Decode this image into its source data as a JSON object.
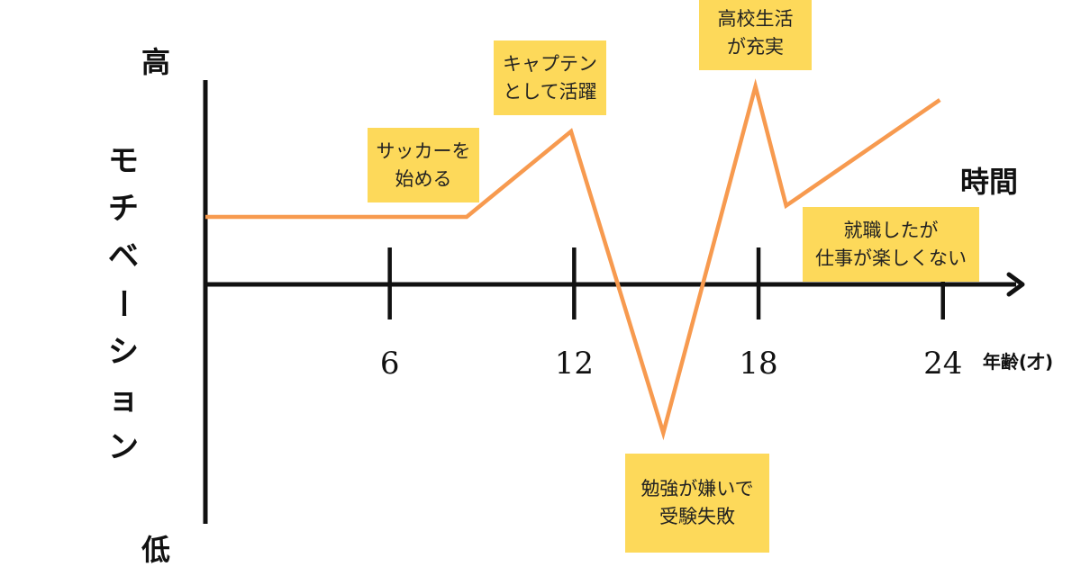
{
  "chart_data": {
    "type": "line",
    "xlabel": "時間",
    "xunit": "年齢(才)",
    "ylabel": "モチベーション",
    "y_high_label": "高",
    "y_low_label": "低",
    "xlim": [
      0,
      26.5
    ],
    "ylim": [
      -10.2,
      11.5
    ],
    "xticks": [
      6,
      12,
      18,
      24
    ],
    "grid": false,
    "line_color": "#f79a4f",
    "box_color": "#fdd95a",
    "series": [
      {
        "points": [
          [
            0,
            3
          ],
          [
            8.5,
            3
          ],
          [
            11.9,
            6.8
          ],
          [
            14.9,
            -6.6
          ],
          [
            17.9,
            8.8
          ],
          [
            18.9,
            3.5
          ],
          [
            23.9,
            8.2
          ]
        ]
      }
    ],
    "annotations": [
      {
        "lines": [
          "サッカーを",
          "始める"
        ],
        "x": 7.1,
        "y": 5.3
      },
      {
        "lines": [
          "キャプテン",
          "として活躍"
        ],
        "x": 11.2,
        "y": 9.2
      },
      {
        "lines": [
          "高校生活",
          "が充実"
        ],
        "x": 17.9,
        "y": 11.2
      },
      {
        "lines": [
          "就職したが",
          "仕事が楽しくない"
        ],
        "x": 22.3,
        "y": 1.8
      },
      {
        "lines": [
          "勉強が嫌いで",
          "受験失敗"
        ],
        "x": 16.0,
        "y": -9.7
      }
    ]
  }
}
